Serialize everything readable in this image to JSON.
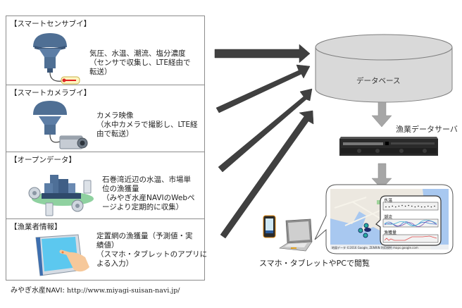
{
  "panels": [
    {
      "title": "【スマートセンサブイ】",
      "icon": "sensor-buoy-icon",
      "desc": [
        "気圧、水温、潮流、塩分濃度",
        "（センサで収集し、LTE経由で",
        "転送）"
      ]
    },
    {
      "title": "【スマートカメラブイ】",
      "icon": "camera-buoy-icon",
      "desc": [
        "カメラ映像",
        "（水中カメラで撮影し、LTE経",
        "由で転送）"
      ]
    },
    {
      "title": "【オープンデータ】",
      "icon": "open-data-city-icon",
      "desc": [
        "石巻湾近辺の水温、市場単",
        "位の漁獲量",
        "（みやぎ水産NAVIのWebペ",
        "ージより定期的に収集）"
      ]
    },
    {
      "title": "【漁業者情報】",
      "icon": "tablet-touch-icon",
      "desc": [
        "定置網の漁獲量（予測値・実",
        "績値）",
        "（スマホ・タブレットのアプリに",
        "よる入力）"
      ]
    }
  ],
  "footnote": {
    "label": "みやぎ水産NAVI: ",
    "url": "http://www.miyagi-suisan-navi.jp/"
  },
  "database": {
    "label": "データベース"
  },
  "server": {
    "label": "漁業データサーバ"
  },
  "viewer": {
    "label": "スマホ・タブレットやPCで閲覧",
    "chart_labels": [
      "水温",
      "潮流",
      "漁獲量"
    ],
    "map_footer": "地図データ ©2016 Google, ZENRIN    利用規約    maps.google.com"
  },
  "colors": {
    "arrow_dark": "#404040",
    "arrow_gray": "#a6a6a6",
    "db_fill": "#d9d9d9",
    "buoy_blue": "#4f6f94",
    "water": "#a8c8f0",
    "land": "#ece8e0"
  }
}
